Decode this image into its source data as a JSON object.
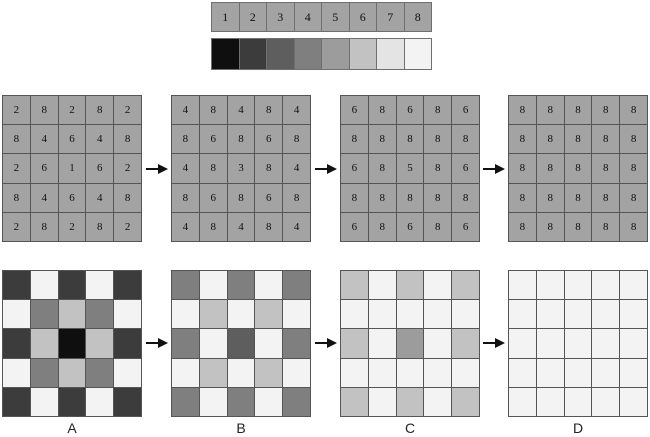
{
  "legend": {
    "numbers": [
      "1",
      "2",
      "3",
      "4",
      "5",
      "6",
      "7",
      "8"
    ],
    "colors": [
      "#0f0f0f",
      "#3c3c3c",
      "#5e5e5e",
      "#7f7f7f",
      "#9c9c9c",
      "#c2c2c2",
      "#e4e4e4",
      "#f3f3f3"
    ]
  },
  "matrices": [
    {
      "label": "A",
      "values": [
        [
          2,
          8,
          2,
          8,
          2
        ],
        [
          8,
          4,
          6,
          4,
          8
        ],
        [
          2,
          6,
          1,
          6,
          2
        ],
        [
          8,
          4,
          6,
          4,
          8
        ],
        [
          2,
          8,
          2,
          8,
          2
        ]
      ]
    },
    {
      "label": "B",
      "values": [
        [
          4,
          8,
          4,
          8,
          4
        ],
        [
          8,
          6,
          8,
          6,
          8
        ],
        [
          4,
          8,
          3,
          8,
          4
        ],
        [
          8,
          6,
          8,
          6,
          8
        ],
        [
          4,
          8,
          4,
          8,
          4
        ]
      ]
    },
    {
      "label": "C",
      "values": [
        [
          6,
          8,
          6,
          8,
          6
        ],
        [
          8,
          8,
          8,
          8,
          8
        ],
        [
          6,
          8,
          5,
          8,
          6
        ],
        [
          8,
          8,
          8,
          8,
          8
        ],
        [
          6,
          8,
          6,
          8,
          6
        ]
      ]
    },
    {
      "label": "D",
      "values": [
        [
          8,
          8,
          8,
          8,
          8
        ],
        [
          8,
          8,
          8,
          8,
          8
        ],
        [
          8,
          8,
          8,
          8,
          8
        ],
        [
          8,
          8,
          8,
          8,
          8
        ],
        [
          8,
          8,
          8,
          8,
          8
        ]
      ]
    }
  ]
}
